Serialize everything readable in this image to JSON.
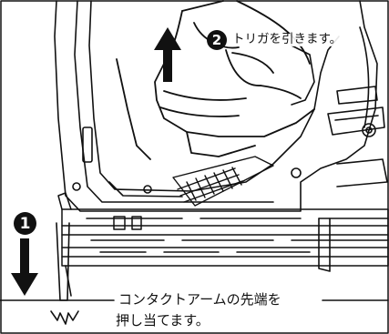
{
  "steps": {
    "step1": {
      "number": "1"
    },
    "step2": {
      "number": "2",
      "label": "トリガを引きます。"
    }
  },
  "caption": {
    "line1": "コンタクトアームの先端を",
    "line2": "押し当てます。"
  },
  "colors": {
    "line": "#111111",
    "background": "#ffffff"
  }
}
